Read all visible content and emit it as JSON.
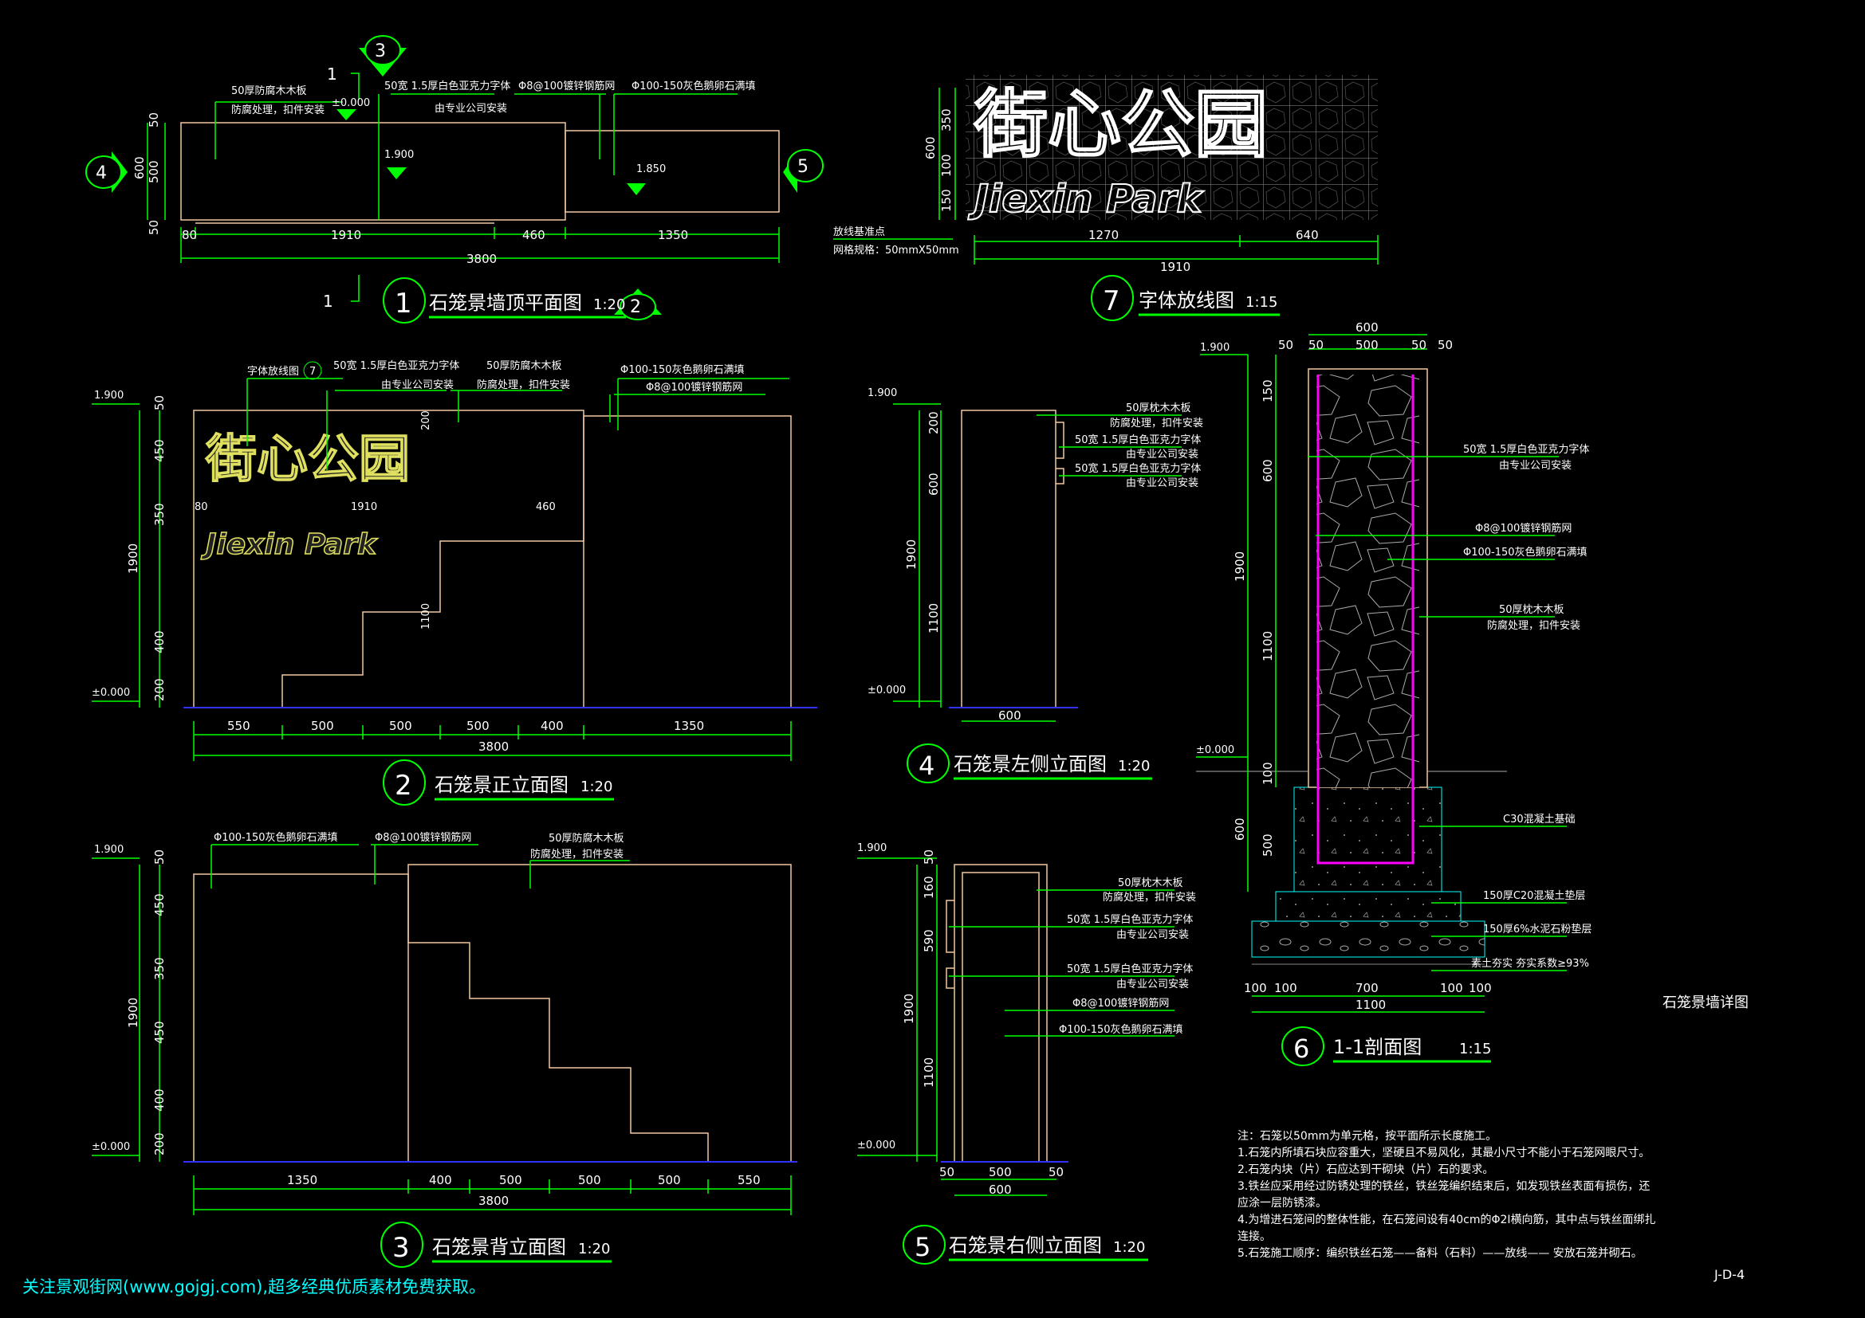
{
  "colors": {
    "background": "#000000",
    "dimension": "#00ff00",
    "outline": "#f2c7a0",
    "rebar": "#ff00ff",
    "foundation": "#00ffff",
    "ground": "#0000ff"
  },
  "view1": {
    "num": "1",
    "title": "石笼景墙顶平面图",
    "scale": "1:20",
    "ann_wood": [
      "50厚防腐木木板",
      "防腐处理，扣件安装"
    ],
    "ann_font": [
      "50宽 1.5厚白色亚克力字体",
      "由专业公司安装"
    ],
    "ann_mesh": "Φ8@100镀锌钢筋网",
    "ann_stone": "Φ100-150灰色鹅卵石满填",
    "level_0": "±0.000",
    "level_1": "1.900",
    "level_2": "1.850",
    "section_mark": "1",
    "dims_h": [
      "80",
      "1910",
      "460",
      "1350"
    ],
    "dim_total": "3800",
    "dims_v": [
      "50",
      "600",
      "500",
      "50"
    ],
    "marks": [
      "3",
      "4",
      "5",
      "2"
    ]
  },
  "view7": {
    "num": "7",
    "title": "字体放线图",
    "scale": "1:15",
    "text_cn": "街心公园",
    "text_en": "Jiexin Park",
    "ann": [
      "放线基准点",
      "网格规格：50mmX50mm"
    ],
    "dims_h": [
      "1270",
      "640"
    ],
    "dim_total": "1910",
    "dims_v": [
      "600",
      "350",
      "100",
      "150"
    ]
  },
  "view2": {
    "num": "2",
    "title": "石笼景正立面图",
    "scale": "1:20",
    "ann_layout": "字体放线图",
    "ann_layout_mark": "7",
    "ann_font": [
      "50宽 1.5厚白色亚克力字体",
      "由专业公司安装"
    ],
    "ann_wood": [
      "50厚防腐木木板",
      "防腐处理，扣件安装"
    ],
    "ann_stone": "Φ100-150灰色鹅卵石满填",
    "ann_mesh": "Φ8@100镀锌钢筋网",
    "sign_cn": "街心公园",
    "sign_en": "Jiexin Park",
    "level_1": "1.900",
    "level_0": "±0.000",
    "dims_v": [
      "50",
      "450",
      "350",
      "1900",
      "400",
      "200"
    ],
    "inner": [
      "80",
      "1910",
      "460",
      "200",
      "1100"
    ],
    "dims_h": [
      "550",
      "500",
      "500",
      "500",
      "400",
      "1350"
    ],
    "dim_total": "3800"
  },
  "view3": {
    "num": "3",
    "title": "石笼景背立面图",
    "scale": "1:20",
    "ann_stone": "Φ100-150灰色鹅卵石满填",
    "ann_mesh": "Φ8@100镀锌钢筋网",
    "ann_wood": [
      "50厚防腐木木板",
      "防腐处理，扣件安装"
    ],
    "level_1": "1.900",
    "level_0": "±0.000",
    "dims_v": [
      "50",
      "450",
      "350",
      "1900",
      "450",
      "400",
      "200"
    ],
    "dims_h": [
      "1350",
      "400",
      "500",
      "500",
      "500",
      "550"
    ],
    "dim_total": "3800"
  },
  "view4": {
    "num": "4",
    "title": "石笼景左侧立面图",
    "scale": "1:20",
    "ann": [
      [
        "50厚枕木木板",
        "防腐处理，扣件安装"
      ],
      [
        "50宽 1.5厚白色亚克力字体",
        "由专业公司安装"
      ],
      [
        "50宽 1.5厚白色亚克力字体",
        "由专业公司安装"
      ]
    ],
    "level_1": "1.900",
    "level_0": "±0.000",
    "dims_v": [
      "200",
      "600",
      "1900",
      "1100"
    ],
    "dim_w": "600"
  },
  "view5": {
    "num": "5",
    "title": "石笼景右侧立面图",
    "scale": "1:20",
    "ann": [
      [
        "50厚枕木木板",
        "防腐处理，扣件安装"
      ],
      [
        "50宽 1.5厚白色亚克力字体",
        "由专业公司安装"
      ],
      [
        "50宽 1.5厚白色亚克力字体",
        "由专业公司安装"
      ]
    ],
    "ann_mesh": "Φ8@100镀锌钢筋网",
    "ann_stone": "Φ100-150灰色鹅卵石满填",
    "level_1": "1.900",
    "level_0": "±0.000",
    "dims_v": [
      "50",
      "160",
      "590",
      "1900",
      "1100"
    ],
    "dims_h": [
      "50",
      "500",
      "50"
    ],
    "dim_total": "600"
  },
  "view6": {
    "num": "6",
    "title": "1-1剖面图",
    "scale": "1:15",
    "ann": [
      [
        "50宽 1.5厚白色亚克力字体",
        "由专业公司安装"
      ],
      [
        "Φ8@100镀锌钢筋网"
      ],
      [
        "Φ100-150灰色鹅卵石满填"
      ],
      [
        "50厚枕木木板",
        "防腐处理，扣件安装"
      ],
      [
        "C30混凝土基础"
      ],
      [
        "150厚C20混凝土垫层"
      ],
      [
        "150厚6%水泥石粉垫层"
      ],
      [
        "素土夯实  夯实系数≥93%"
      ]
    ],
    "level_1": "1.900",
    "level_0": "±0.000",
    "dims_top": [
      "50",
      "50",
      "500",
      "50",
      "50"
    ],
    "dim_top_total": "600",
    "dims_v": [
      "150",
      "600",
      "1900",
      "1100",
      "100",
      "600",
      "500"
    ],
    "dims_bottom": [
      "100",
      "100",
      "700",
      "100",
      "100"
    ],
    "dim_bottom_total": "1100"
  },
  "sheet_title": "石笼景墙详图",
  "notes": [
    "注：石笼以50mm为单元格，按平面所示长度施工。",
    "1.石笼内所填石块应容重大，坚硬且不易风化，其最小尺寸不能小于石笼网眼尺寸。",
    "2.石笼内块（片）石应达到干砌块（片）石的要求。",
    "3.铁丝应采用经过防锈处理的铁丝，铁丝笼编织结束后，如发现铁丝表面有损伤，还",
    "   应涂一层防锈漆。",
    "4.为增进石笼间的整体性能，在石笼间设有40cm的Φ2I横向筋，其中点与铁丝面绑扎",
    "连接。",
    "5.石笼施工顺序：编织铁丝石笼——备料（石料）——放线—— 安放石笼并砌石。"
  ],
  "drawing_no": "J-D-4",
  "footer": "关注景观街网(www.gojgj.com),超多经典优质素材免费获取。"
}
